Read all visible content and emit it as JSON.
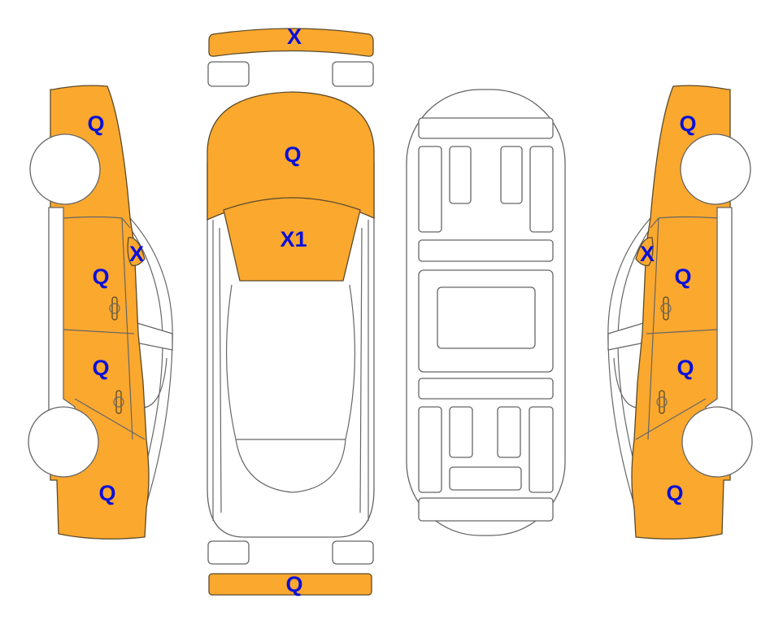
{
  "colors": {
    "damaged": "#FBA82E",
    "label": "#0A10D8",
    "outline": "#666666"
  },
  "top_view": {
    "front_bumper": "X",
    "hood": "Q",
    "windshield": "X1",
    "rear_bumper": "Q"
  },
  "left_side": {
    "front_fender": "Q",
    "mirror": "X",
    "front_door": "Q",
    "rear_door": "Q",
    "rear_fender": "Q"
  },
  "right_side": {
    "front_fender": "Q",
    "mirror": "X",
    "front_door": "Q",
    "rear_door": "Q",
    "rear_fender": "Q"
  }
}
